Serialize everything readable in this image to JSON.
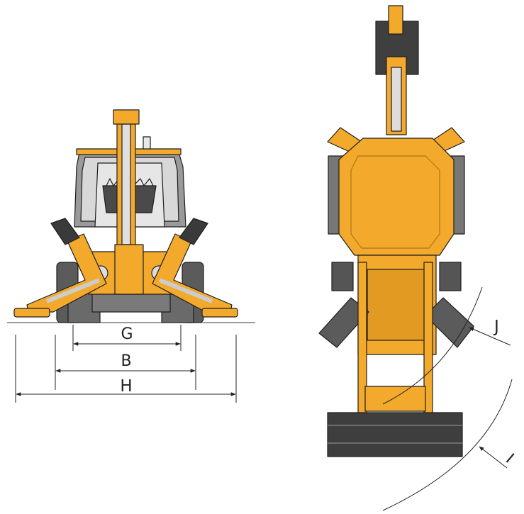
{
  "diagram": {
    "dimension_labels": {
      "G": "G",
      "B": "B",
      "H": "H",
      "J": "J",
      "I": "I"
    },
    "colors": {
      "machine_body": "#F2A92C",
      "machine_dark": "#3E3E3E",
      "tire_gray": "#5B5B5B",
      "glass_gray": "#D8D8D8",
      "outline": "#1E1E1E",
      "dimension_line": "#222222"
    }
  }
}
